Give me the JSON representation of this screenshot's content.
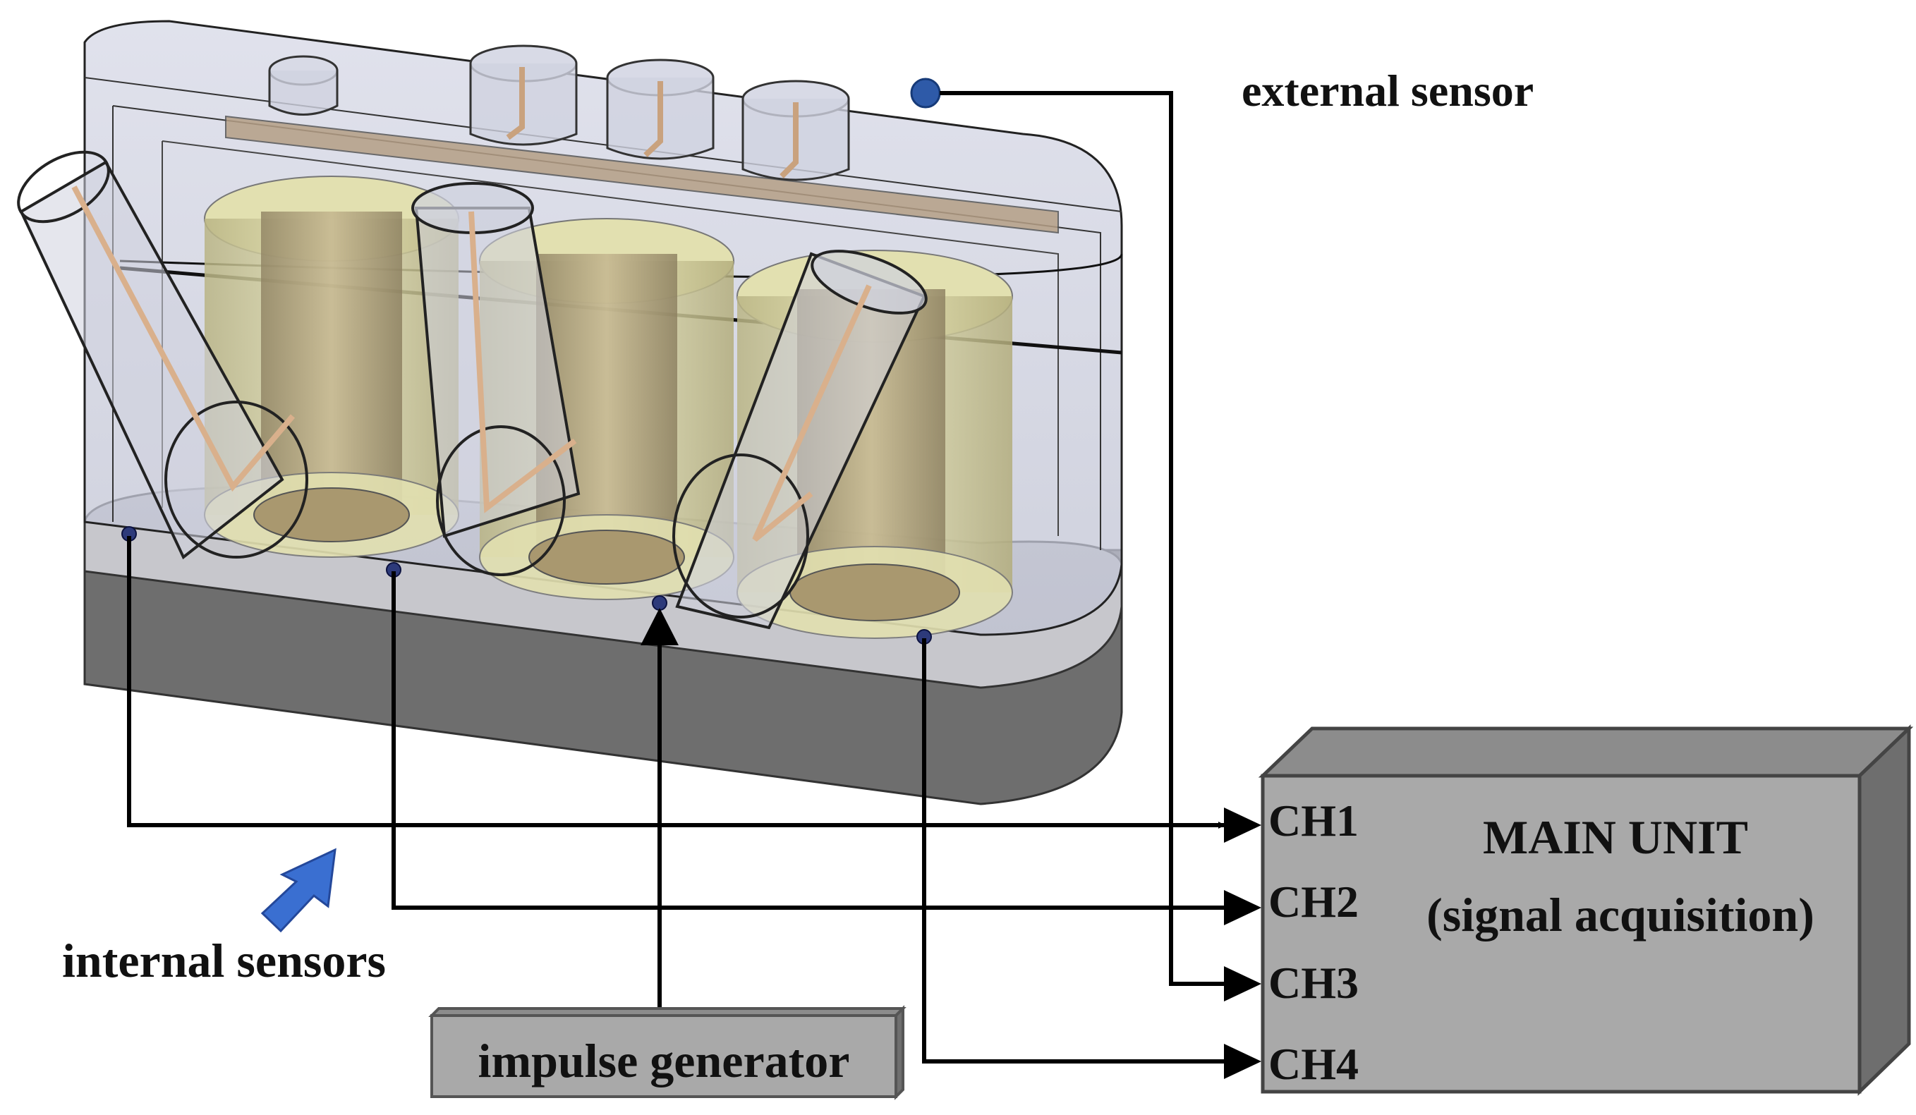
{
  "labels": {
    "external_sensor": "external sensor",
    "internal_sensors": "internal sensors",
    "impulse_generator": "impulse generator",
    "main_unit_title": "MAIN UNIT",
    "main_unit_subtitle": "(signal acquisition)"
  },
  "channels": [
    "CH1",
    "CH2",
    "CH3",
    "CH4"
  ],
  "colors": {
    "enclosure_base": "#6f6f6f",
    "enclosure_glass": "#c9ccdb",
    "transformer_core": "#d8d9a8",
    "bushing_rod": "#d9b08c",
    "sensor": "#2e5aa8",
    "main_unit": "#a9a9a9",
    "arrow_blue": "#3a6fd1",
    "wire": "#000000"
  }
}
